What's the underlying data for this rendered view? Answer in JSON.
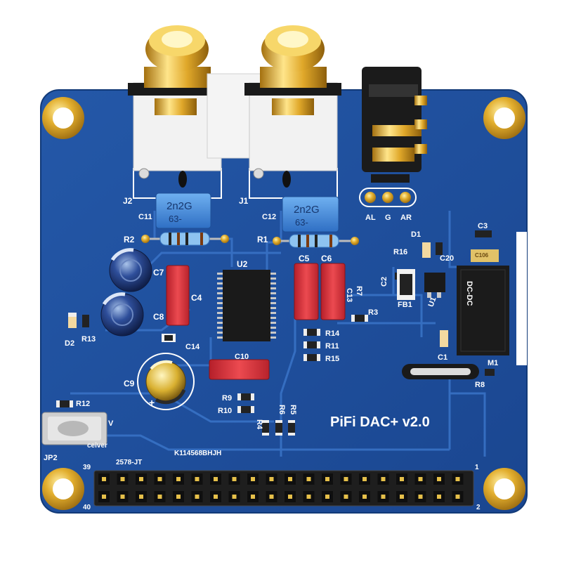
{
  "board": {
    "title": "PiFi DAC+ v2.0",
    "serial": "K114568BHJH",
    "batch": "2578-JT"
  },
  "jacks": {
    "left": "J2",
    "right": "J1",
    "pins": [
      "AL",
      "G",
      "AR"
    ]
  },
  "capacitor_labels": [
    {
      "ref": "C11",
      "value": "2n2G",
      "tol": "63-"
    },
    {
      "ref": "C12",
      "value": "2n2G",
      "tol": "63-"
    }
  ],
  "labels": {
    "r2": "R2",
    "r1": "R1",
    "u2": "U2",
    "c7": "C7",
    "c8": "C8",
    "c4": "C4",
    "c5": "C5",
    "c6": "C6",
    "c13": "C13",
    "r7": "R7",
    "r3": "R3",
    "r14": "R14",
    "r11": "R11",
    "r15": "R15",
    "c14": "C14",
    "c10": "C10",
    "c9": "C9",
    "r9": "R9",
    "r10": "R10",
    "r4": "R4",
    "r6": "R6",
    "r5": "R5",
    "d1": "D1",
    "r16": "R16",
    "c20": "C20",
    "c3": "C3",
    "c2": "C2",
    "fb1": "FB1",
    "u1": "U1",
    "c1": "C1",
    "m1": "M1",
    "r8": "R8",
    "d2": "D2",
    "r13": "R13",
    "r12": "R12",
    "jp2": "JP2",
    "receiver": "ceiver",
    "v": "V",
    "pin39": "39",
    "pin40": "40",
    "pin1": "1",
    "pin2": "2",
    "dcdc": "DC-DC",
    "c106": "C106"
  },
  "colors": {
    "board": "#1f4f9a",
    "board_edge": "#173f80",
    "gold": "#d9a520",
    "silk": "#ffffff",
    "red_cap": "#d8303a",
    "blue_cap": "#3a7fd0"
  }
}
